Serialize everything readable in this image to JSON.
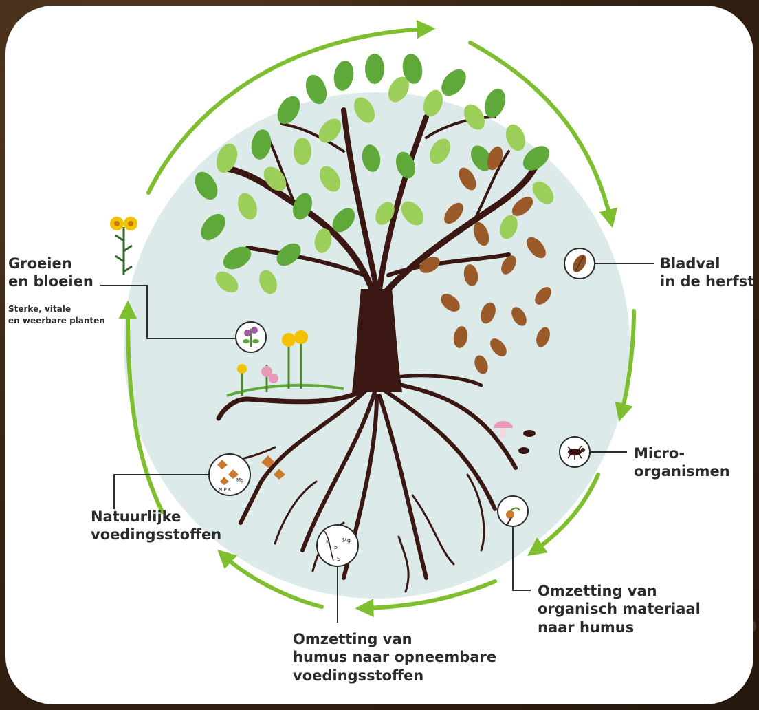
{
  "labels": {
    "groeien_line1": "Groeien",
    "groeien_line2": "en bloeien",
    "groeien_sub1": "Sterke, vitale",
    "groeien_sub2": "en weerbare planten",
    "bladval_line1": "Bladval",
    "bladval_line2": "in de herfst",
    "micro_line1": "Micro-",
    "micro_line2": "organismen",
    "omzetting_org_line1": "Omzetting van",
    "omzetting_org_line2": "organisch materiaal",
    "omzetting_org_line3": "naar humus",
    "omzetting_humus_line1": "Omzetting van",
    "omzetting_humus_line2": "humus naar opneembare",
    "omzetting_humus_line3": "voedingsstoffen",
    "natuurlijke_line1": "Natuurlijke",
    "natuurlijke_line2": "voedingsstoffen"
  },
  "colors": {
    "cycle_arrow": "#7dbf2e",
    "circle_fill": "#dcebe9",
    "tree_trunk": "#3a1712",
    "leaf_green": "#5fa83a",
    "leaf_light": "#9bcf5a",
    "leaf_brown": "#9a5a2a",
    "label_text": "#2b2b2b"
  },
  "icons": [
    "leaf-icon",
    "bug-icon",
    "flower-icon",
    "nutrient-icon",
    "humus-icon",
    "seedling-icon"
  ]
}
